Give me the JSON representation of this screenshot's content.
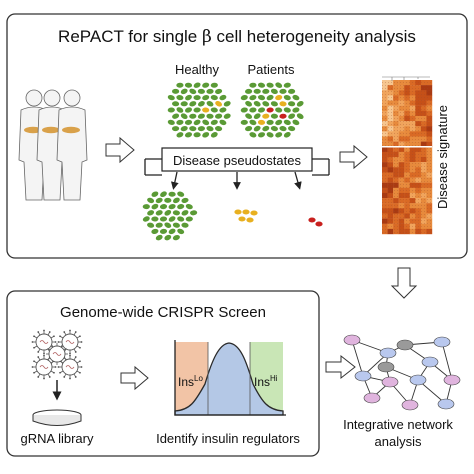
{
  "top_panel": {
    "title_pre": "RePACT for single ",
    "title_beta": "β",
    "title_post": " cell heterogeneity analysis",
    "label_healthy": "Healthy",
    "label_patients": "Patients",
    "pseudostates_label": "Disease pseudostates",
    "signature_label": "Disease signature"
  },
  "bottom_panel": {
    "title": "Genome-wide CRISPR Screen",
    "library_label": "gRNA library",
    "regulators_label": "Identify insulin regulators",
    "ins_lo_base": "Ins",
    "ins_lo_sup": "Lo",
    "ins_hi_base": "Ins",
    "ins_hi_sup": "Hi"
  },
  "network_label_line1": "Integrative network",
  "network_label_line2": "analysis",
  "colors": {
    "cell_green": "#5a9a35",
    "cell_yellow": "#e8b020",
    "cell_red": "#c8201e",
    "ins_lo_fill": "#f2c4a6",
    "ins_hi_fill": "#c9e6b6",
    "curve_fill": "#b4c8e6",
    "node_gray": "#9a9a9a",
    "node_blue": "#b9c8ee",
    "node_pink": "#e0b4de"
  }
}
